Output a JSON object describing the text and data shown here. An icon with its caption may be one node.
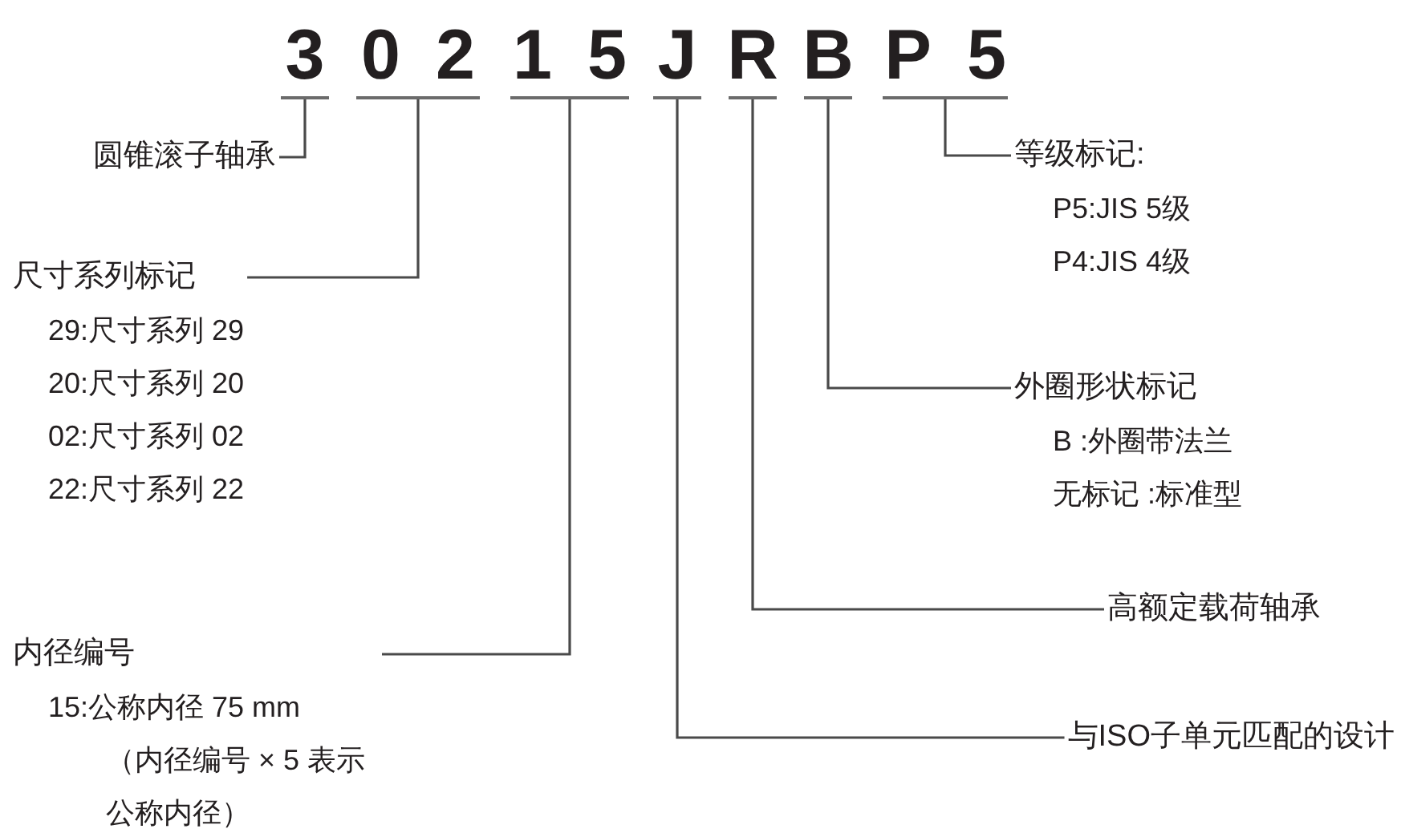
{
  "diagram": {
    "nodes": [
      {
        "text": [
          "3"
        ]
      },
      {
        "text": [
          "02"
        ]
      },
      {
        "text": [
          "15"
        ]
      },
      {
        "text": [
          "J"
        ]
      },
      {
        "text": [
          "R"
        ]
      },
      {
        "text": [
          "B"
        ]
      },
      {
        "text": [
          "P5"
        ]
      },
      {
        "text": [
          "圆锥滚子轴承"
        ]
      },
      {
        "text": [
          "尺寸系列标记",
          "29:尺寸系列 29",
          "20:尺寸系列 20",
          "02:尺寸系列 02",
          "22:尺寸系列 22"
        ]
      },
      {
        "text": [
          "内径编号",
          "15:公称内径 75 mm",
          "（内径编号 × 5 表示公称内径）"
        ]
      },
      {
        "text": [
          "等级标记:",
          "P5:JIS 5级",
          "P4:JIS 4级"
        ]
      },
      {
        "text": [
          "外圈形状标记",
          "B :外圈带法兰",
          "无标记 :标准型"
        ]
      },
      {
        "text": [
          "高额定载荷轴承"
        ]
      },
      {
        "text": [
          "与ISO子单元匹配的设计"
        ]
      }
    ],
    "edges": [
      {
        "from": 7,
        "to": 0,
        "arrow": "none"
      },
      {
        "from": 8,
        "to": 1,
        "arrow": "none"
      },
      {
        "from": 9,
        "to": 2,
        "arrow": "none"
      },
      {
        "from": 13,
        "to": 3,
        "arrow": "none"
      },
      {
        "from": 12,
        "to": 4,
        "arrow": "none"
      },
      {
        "from": 11,
        "to": 5,
        "arrow": "none"
      },
      {
        "from": 10,
        "to": 6,
        "arrow": "none"
      }
    ]
  }
}
